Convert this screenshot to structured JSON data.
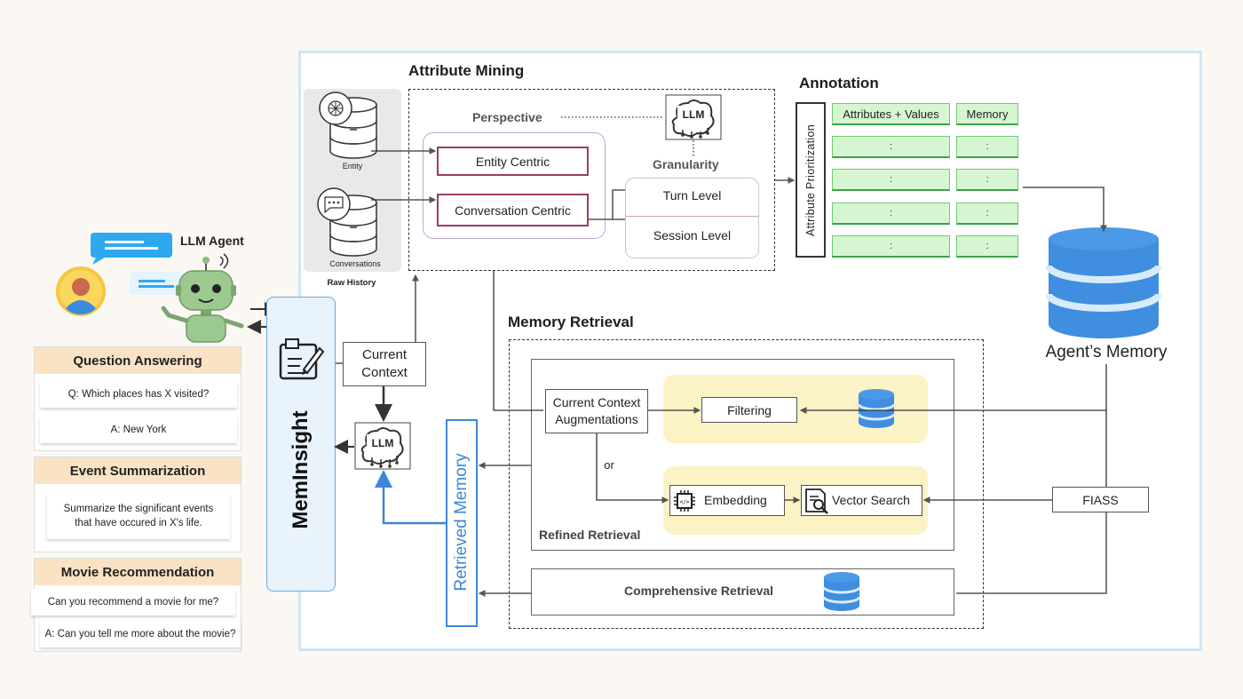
{
  "llm_agent": {
    "label": "LLM Agent"
  },
  "tasks": [
    {
      "title": "Question Answering",
      "lines": [
        "Q: Which places has X visited?",
        "A: New York"
      ]
    },
    {
      "title": "Event Summarization",
      "lines": [
        "Summarize the significant events that have occured in X's life."
      ]
    },
    {
      "title": "Movie Recommendation",
      "lines": [
        "Can you recommend a movie for me?",
        "A: Can you tell me more about the movie?"
      ]
    }
  ],
  "meminsight": {
    "label": "MemInsight"
  },
  "current_context": {
    "label": "Current Context"
  },
  "retrieved_memory": {
    "label": "Retrieved Memory"
  },
  "llm_chip": {
    "label": "LLM"
  },
  "raw_history": {
    "entity_label": "Entity",
    "conversations_label": "Conversations",
    "title": "Raw History"
  },
  "attribute_mining": {
    "title": "Attribute Mining",
    "perspective": "Perspective",
    "entity_centric": "Entity Centric",
    "conversation_centric": "Conversation Centric",
    "granularity": "Granularity",
    "turn_level": "Turn Level",
    "session_level": "Session Level"
  },
  "annotation": {
    "title": "Annotation",
    "prioritization": "Attribute Prioritization",
    "col_attributes": "Attributes + Values",
    "col_memory": "Memory",
    "separator": ":"
  },
  "agents_memory": {
    "label": "Agent’s Memory"
  },
  "memory_retrieval": {
    "title": "Memory Retrieval",
    "augment": "Current Context Augmentations",
    "or": "or",
    "filtering": "Filtering",
    "embedding": "Embedding",
    "vector_search": "Vector Search",
    "refined": "Refined Retrieval",
    "comprehensive": "Comprehensive Retrieval",
    "fiass": "FIASS"
  },
  "colors": {
    "accent_blue": "#3d86d8",
    "db_blue": "#3f8ee0",
    "annotation_green": "#d6f6d2",
    "task_header": "#f9e3c4"
  }
}
